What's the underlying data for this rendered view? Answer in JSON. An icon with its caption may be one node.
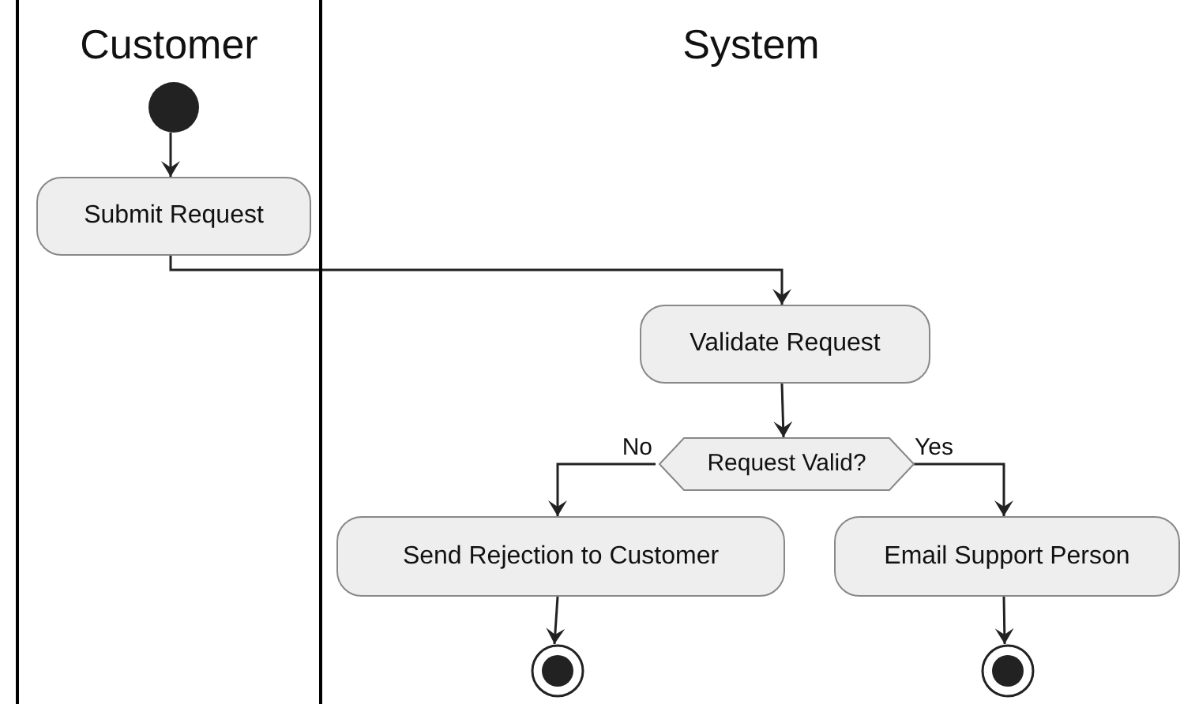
{
  "diagram": {
    "nodes": [
      {
        "text": [
          "Customer"
        ]
      },
      {
        "text": [
          "System"
        ]
      },
      {
        "text": [],
        "shape": "circle",
        "in": 0
      },
      {
        "text": [
          "Submit Request"
        ],
        "in": 0
      },
      {
        "text": [
          "Validate Request"
        ],
        "in": 1
      },
      {
        "text": [
          "Request Valid?"
        ],
        "in": 1
      },
      {
        "text": [
          "Send Rejection to Customer"
        ],
        "in": 1
      },
      {
        "text": [
          "Email Support Person"
        ],
        "in": 1
      },
      {
        "text": [],
        "shape": "bullseye",
        "in": 1
      },
      {
        "text": [],
        "shape": "bullseye",
        "in": 1
      }
    ],
    "edges": [
      {
        "from": 2,
        "to": 3,
        "arrow": "to"
      },
      {
        "from": 3,
        "to": 4,
        "arrow": "to"
      },
      {
        "from": 4,
        "to": 5,
        "arrow": "to"
      },
      {
        "from": 5,
        "to": 6,
        "arrow": "to",
        "label": "No"
      },
      {
        "from": 5,
        "to": 7,
        "arrow": "to",
        "label": "Yes"
      },
      {
        "from": 6,
        "to": 8,
        "arrow": "to"
      },
      {
        "from": 7,
        "to": 9,
        "arrow": "to"
      }
    ]
  }
}
